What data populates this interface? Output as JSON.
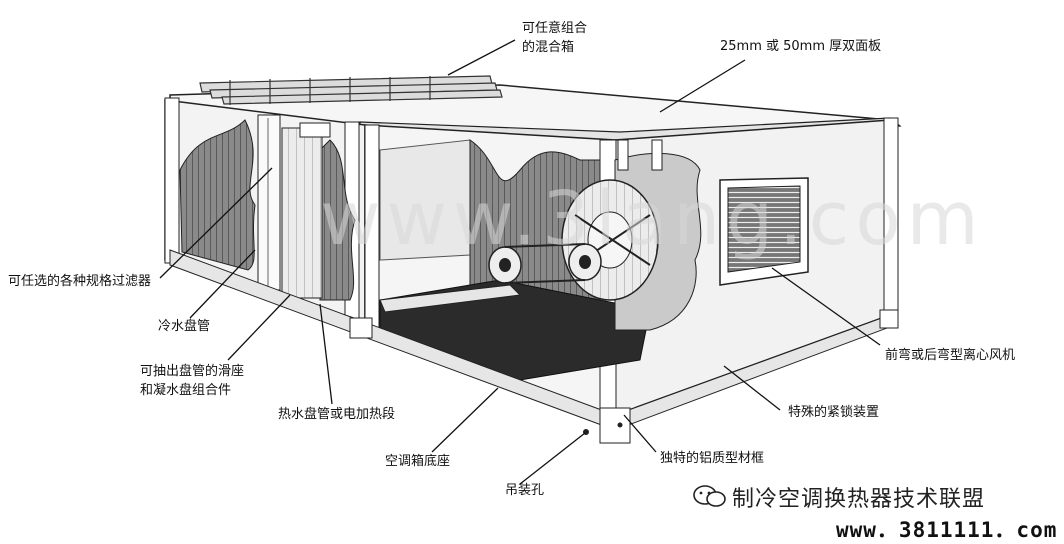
{
  "labels": {
    "mixing_box": [
      "可任意组合",
      "的混合箱"
    ],
    "panel": "25mm 或 50mm 厚双面板",
    "filter": "可任选的各种规格过滤器",
    "cold_coil": "冷水盘管",
    "drain_slide": [
      "可抽出盘管的滑座",
      "和凝水盘组合件"
    ],
    "hot_coil": "热水盘管或电加热段",
    "base": "空调箱底座",
    "lift_hole": "吊装孔",
    "fan": "前弯或后弯型离心风机",
    "lock": "特殊的紧锁装置",
    "frame": "独特的铝质型材框"
  },
  "watermarks": {
    "ghost": "www.3lang.com",
    "wechat": "制冷空调换热器技术联盟",
    "url": "www．3811111．com"
  },
  "colors": {
    "ink": "#111111",
    "panel_fill": "#f4f4f4",
    "cutaway": "#6a6a6a",
    "floor": "#2c2c2c"
  }
}
